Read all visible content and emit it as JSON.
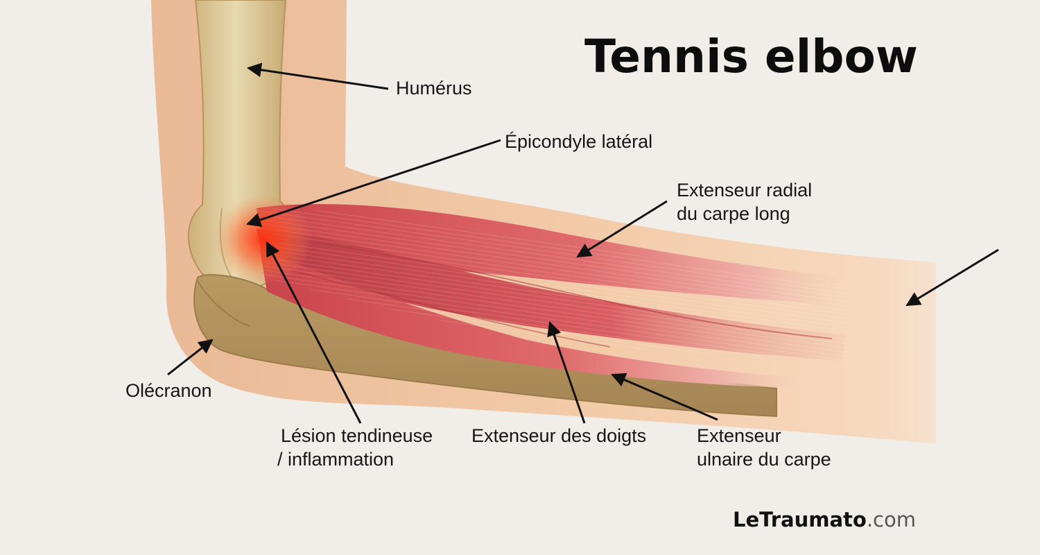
{
  "title": "Tennis elbow",
  "labels": {
    "humerus": "Humérus",
    "lateral_epicondyle": "Épicondyle latéral",
    "ecrl_line1": "Extenseur radial",
    "ecrl_line2": "du carpe long",
    "olecranon": "Olécranon",
    "lesion_line1": "Lésion tendineuse",
    "lesion_line2": "/ inflammation",
    "extensor_digitorum": "Extenseur des doigts",
    "ecu_line1": "Extenseur",
    "ecu_line2": "ulnaire du carpe"
  },
  "brand": {
    "name": "LeTraumato",
    "suffix": ".com"
  },
  "colors": {
    "background": "#f1eee9",
    "skin": "#f1c7a4",
    "bone": "#dcc89a",
    "muscle": "#d9585a",
    "inflammation": "#ff3a1a",
    "text": "#161616"
  }
}
